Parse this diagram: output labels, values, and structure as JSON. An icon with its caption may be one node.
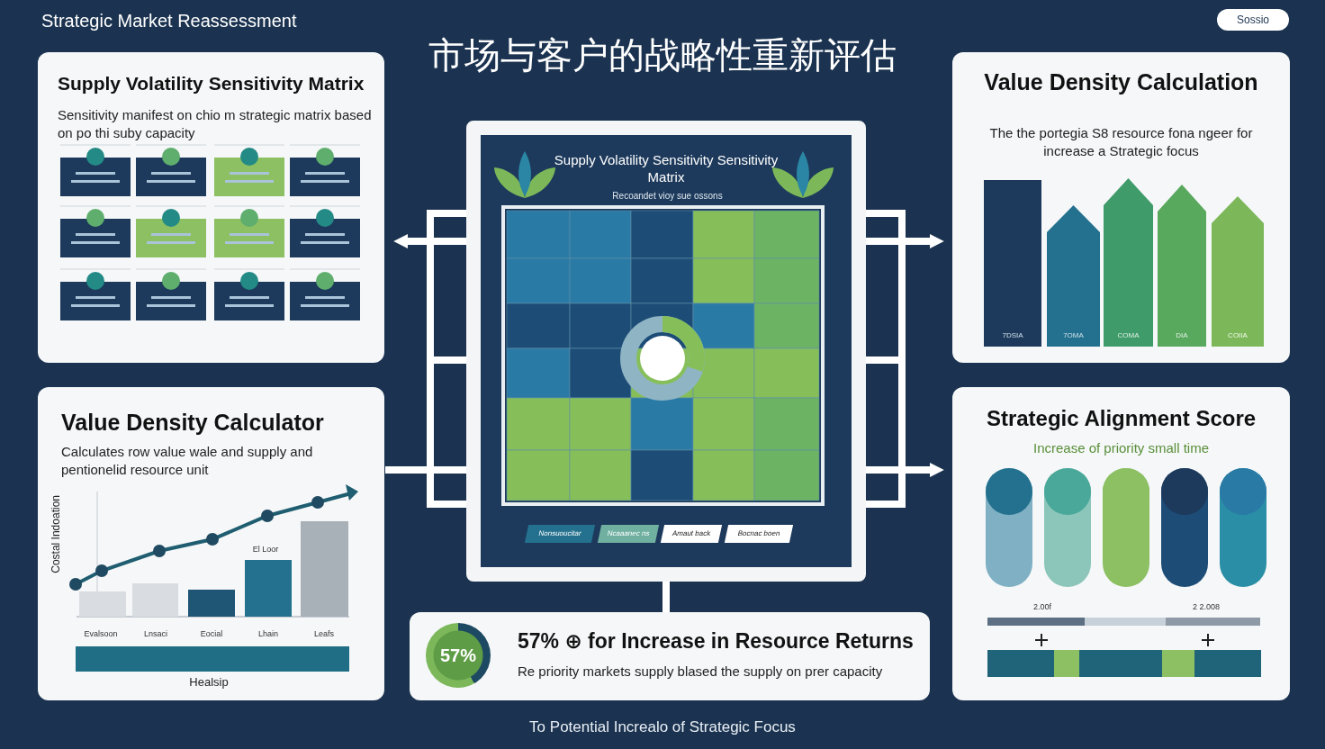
{
  "diagram": {
    "title": "市场与客户的战略性重新评估",
    "caption": "To Potential Increalo of Strategic Focus",
    "nodes": [
      {
        "text": [
          "Supply Volatility Sensitivity Sensitivity Matrix",
          "Recoandet vioy sue ossons"
        ]
      },
      {
        "text": [
          "Supply Volatility Sensitivity Matrix",
          "Sensitivity manifest on chio m strategic matrix based on po thi suby capacity"
        ]
      },
      {
        "text": [
          "Value Density Calculator",
          "Calculates row value wale and supply and pentionelid resource unit"
        ]
      },
      {
        "text": [
          "Value Density Calculation",
          "The the portegia S8 resource fona ngeer for increase a Strategic focus"
        ]
      },
      {
        "text": [
          "Strategic Alignment Score",
          "Increase of priority small time"
        ]
      },
      {
        "text": [
          "57% ⊕ for Increase in Resource Returns",
          "Re priority markets supply blased the supply on prer capacity"
        ]
      },
      {
        "text": [
          "57%"
        ],
        "in": 5
      }
    ],
    "edges": [
      {
        "from": 0,
        "to": 1,
        "arrow": "to"
      },
      {
        "from": 0,
        "to": 2,
        "arrow": "none"
      },
      {
        "from": 0,
        "to": 3,
        "arrow": "to"
      },
      {
        "from": 0,
        "to": 4,
        "arrow": "to"
      },
      {
        "from": 0,
        "to": 5,
        "arrow": "none"
      }
    ],
    "labels": [
      "Strategic Market Reassessment",
      "Sossio",
      "El Loor",
      "Evalsoon",
      "Lnsaci",
      "Eocial",
      "Lhain",
      "Leafs",
      "Healsip",
      "Costal Indoation",
      "7DSIA",
      "7OMA",
      "COMA",
      "DIA",
      "COIIA",
      "2.00f",
      "2 2.008",
      "Nonsuoucitar",
      "Ncaaanec ns",
      "Amaut back",
      "Bocnac boen"
    ]
  }
}
